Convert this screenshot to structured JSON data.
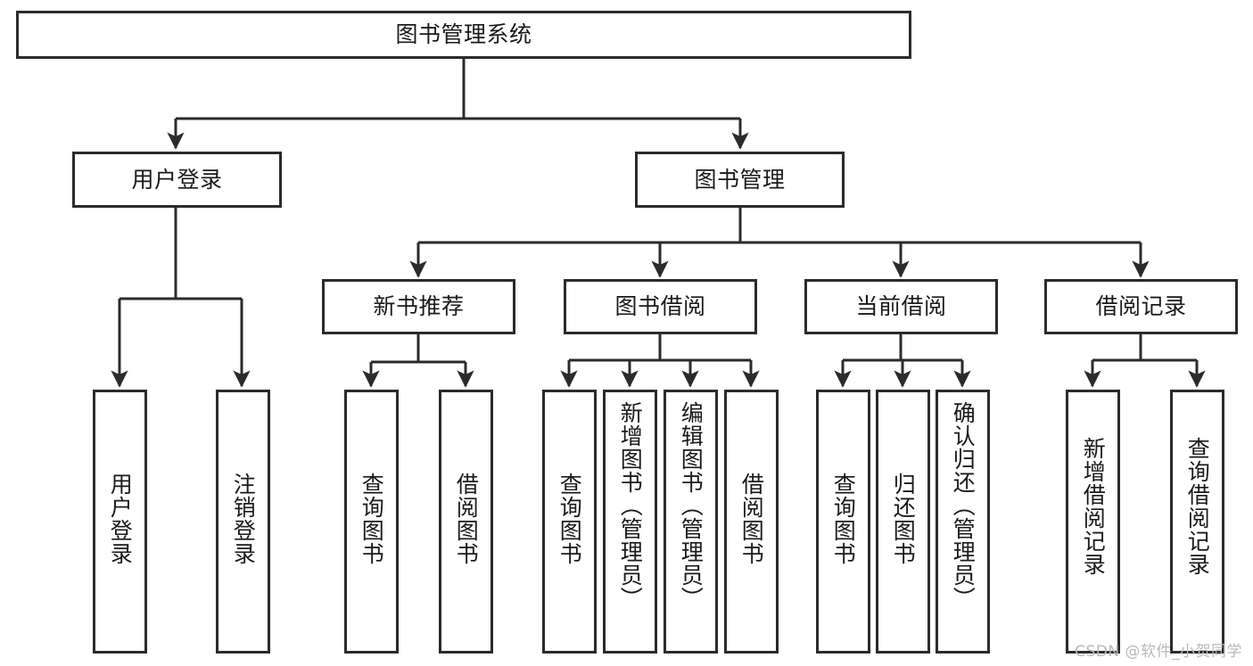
{
  "diagram": {
    "title": "图书管理系统",
    "type": "tree-hierarchy-chart",
    "root": {
      "label": "图书管理系统"
    },
    "level2": [
      {
        "label": "用户登录"
      },
      {
        "label": "图书管理"
      }
    ],
    "level3": [
      {
        "label": "新书推荐"
      },
      {
        "label": "图书借阅"
      },
      {
        "label": "当前借阅"
      },
      {
        "label": "借阅记录"
      }
    ],
    "leaves": {
      "user_login": [
        {
          "label": "用户登录"
        },
        {
          "label": "注销登录"
        }
      ],
      "new_book": [
        {
          "label": "查询图书"
        },
        {
          "label": "借阅图书"
        }
      ],
      "book_borrow": [
        {
          "label": "查询图书"
        },
        {
          "label": "新增图书（管理员）"
        },
        {
          "label": "编辑图书（管理员）"
        },
        {
          "label": "借阅图书"
        }
      ],
      "current_borrow": [
        {
          "label": "查询图书"
        },
        {
          "label": "归还图书"
        },
        {
          "label": "确认归还（管理员）"
        }
      ],
      "borrow_record": [
        {
          "label": "新增借阅记录"
        },
        {
          "label": "查询借阅记录"
        }
      ]
    },
    "colors": {
      "stroke": "#2b2b2b",
      "fill": "#ffffff",
      "text": "#1a1a1a",
      "watermark": "#b9b9b9"
    }
  },
  "watermark": {
    "text": "CSDN @软件_小贺同学"
  }
}
